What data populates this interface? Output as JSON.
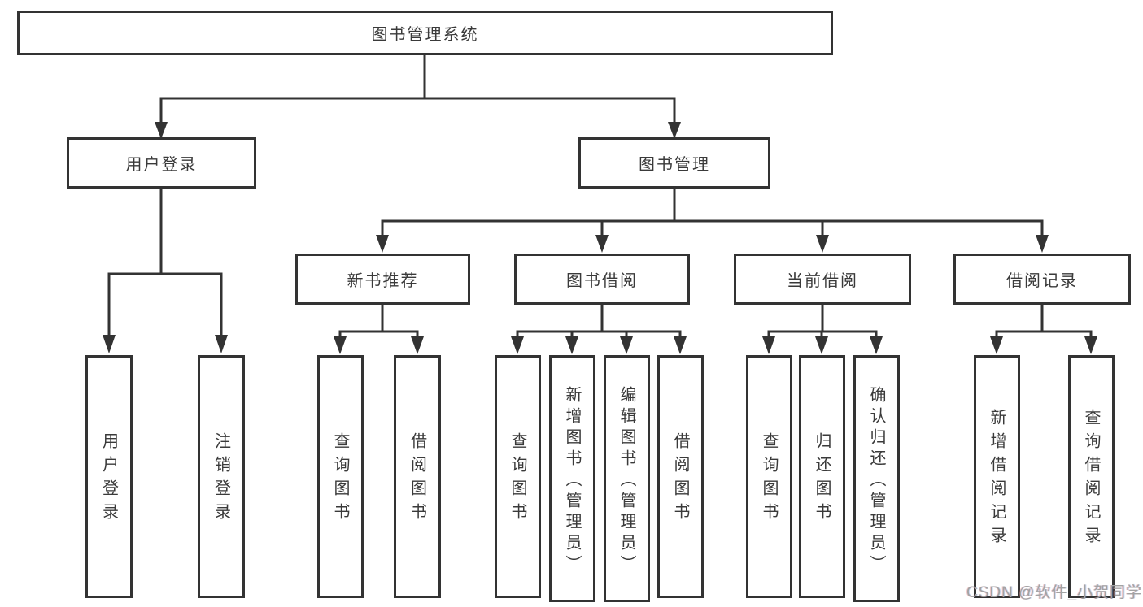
{
  "diagram": {
    "title": "图书管理系统",
    "nodes": {
      "root": "图书管理系统",
      "user_login": "用户登录",
      "book_management": "图书管理",
      "user_login_leaf": "用户登录",
      "logout_leaf": "注销登录",
      "new_book_rec": "新书推荐",
      "book_borrow": "图书借阅",
      "current_borrow": "当前借阅",
      "borrow_records": "借阅记录",
      "nb_query_book": "查询图书",
      "nb_borrow_book": "借阅图书",
      "bb_query_book": "查询图书",
      "bb_add_book": "新增图书（管理员）",
      "bb_edit_book": "编辑图书（管理员）",
      "bb_borrow_book": "借阅图书",
      "cb_query_book": "查询图书",
      "cb_return_book": "归还图书",
      "cb_confirm_return": "确认归还（管理员）",
      "br_add_record": "新增借阅记录",
      "br_query_record": "查询借阅记录"
    },
    "hierarchy": {
      "图书管理系统": [
        "用户登录",
        "图书管理"
      ],
      "用户登录": [
        "用户登录",
        "注销登录"
      ],
      "图书管理": [
        "新书推荐",
        "图书借阅",
        "当前借阅",
        "借阅记录"
      ],
      "新书推荐": [
        "查询图书",
        "借阅图书"
      ],
      "图书借阅": [
        "查询图书",
        "新增图书（管理员）",
        "编辑图书（管理员）",
        "借阅图书"
      ],
      "当前借阅": [
        "查询图书",
        "归还图书",
        "确认归还（管理员）"
      ],
      "借阅记录": [
        "新增借阅记录",
        "查询借阅记录"
      ]
    },
    "colors": {
      "line": "#333333",
      "box_border": "#333333",
      "box_fill": "#ffffff",
      "text": "#3a3a3a",
      "watermark": "#a3a3a3"
    },
    "watermark": "CSDN @软件_小贺同学"
  }
}
